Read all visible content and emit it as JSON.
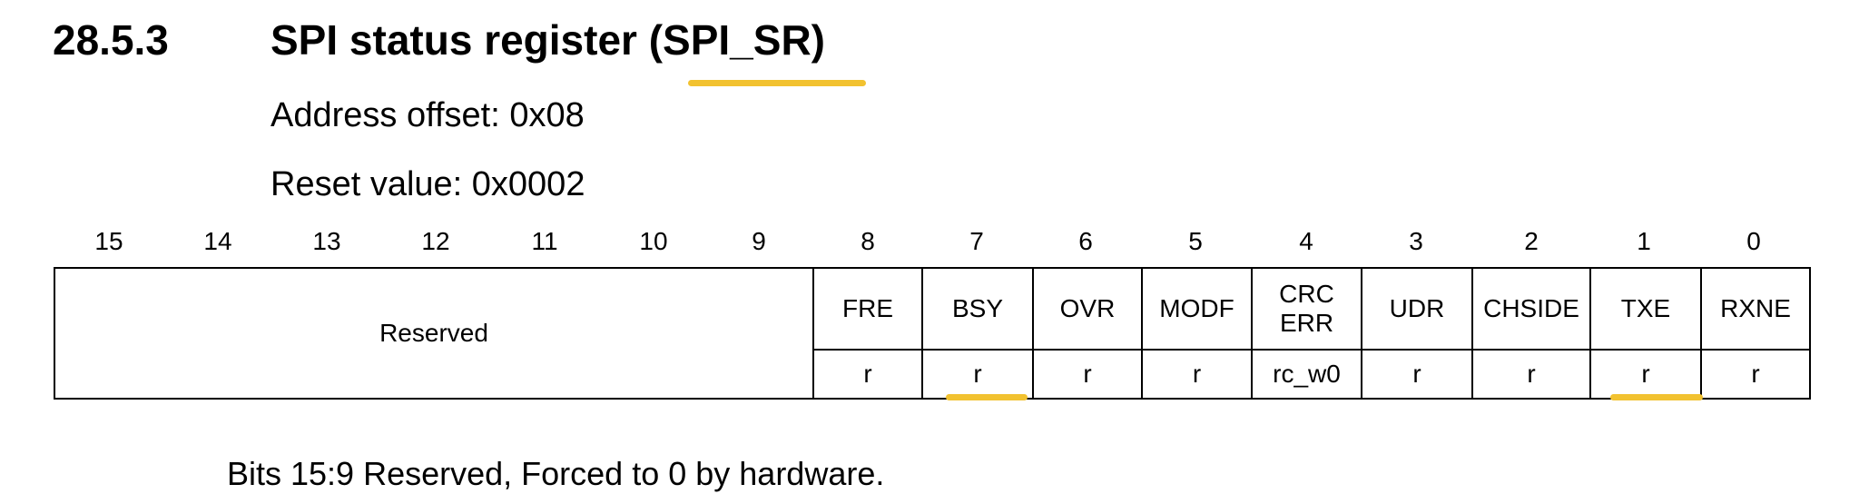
{
  "section": {
    "number": "28.5.3",
    "title": "SPI status register (SPI_SR)"
  },
  "address_offset": "Address offset: 0x08",
  "reset_value": "Reset value: 0x0002",
  "bit_numbers": [
    "15",
    "14",
    "13",
    "12",
    "11",
    "10",
    "9",
    "8",
    "7",
    "6",
    "5",
    "4",
    "3",
    "2",
    "1",
    "0"
  ],
  "fields": {
    "reserved": "Reserved",
    "fre": {
      "name": "FRE",
      "access": "r"
    },
    "bsy": {
      "name": "BSY",
      "access": "r"
    },
    "ovr": {
      "name": "OVR",
      "access": "r"
    },
    "modf": {
      "name": "MODF",
      "access": "r"
    },
    "crcerr": {
      "name_line1": "CRC",
      "name_line2": "ERR",
      "access": "rc_w0"
    },
    "udr": {
      "name": "UDR",
      "access": "r"
    },
    "chside": {
      "name": "CHSIDE",
      "access": "r"
    },
    "txe": {
      "name": "TXE",
      "access": "r"
    },
    "rxne": {
      "name": "RXNE",
      "access": "r"
    }
  },
  "body_text": "Bits 15:9  Reserved, Forced to 0 by hardware.",
  "colors": {
    "highlight": "#f2c230",
    "border": "#000000",
    "text": "#000000"
  }
}
